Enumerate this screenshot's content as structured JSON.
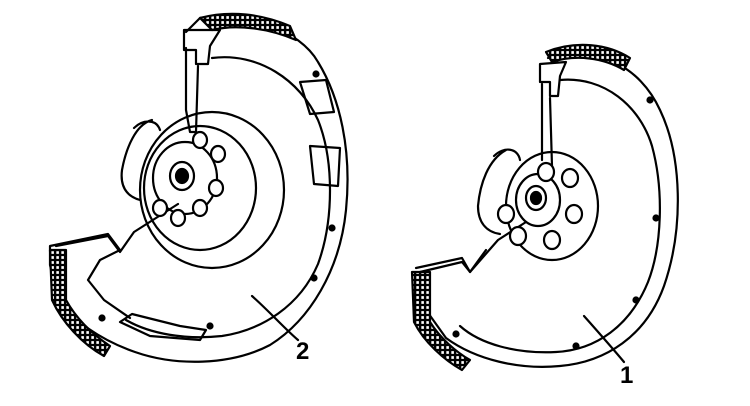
{
  "figure": {
    "callouts": [
      {
        "id": "2",
        "text": "2"
      },
      {
        "id": "1",
        "text": "1"
      }
    ],
    "colors": {
      "ink": "#000000",
      "paper": "#ffffff"
    },
    "parts": {
      "left": "flywheel-with-ribbed-housing",
      "right": "flywheel-plain-disc"
    }
  }
}
